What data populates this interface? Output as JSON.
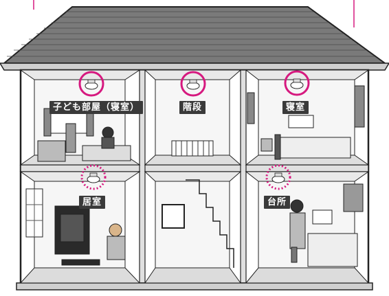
{
  "rooms": {
    "kids_bedroom": {
      "label": "子ども部屋（寝室）",
      "detector": "solid-circle"
    },
    "stairs": {
      "label": "階段",
      "detector": "solid-circle"
    },
    "bedroom": {
      "label": "寝室",
      "detector": "solid-circle"
    },
    "living_room": {
      "label": "居室",
      "detector": "dotted-circle"
    },
    "kitchen": {
      "label": "台所",
      "detector": "dotted-circle"
    }
  },
  "colors": {
    "marker": "#d6197f",
    "label_bg": "#3a3a3a",
    "roof": "#6d6d6d",
    "wall": "#f4f4f4",
    "outline": "#222222"
  },
  "icons": [
    "smoke-detector-icon",
    "house-illustration"
  ]
}
